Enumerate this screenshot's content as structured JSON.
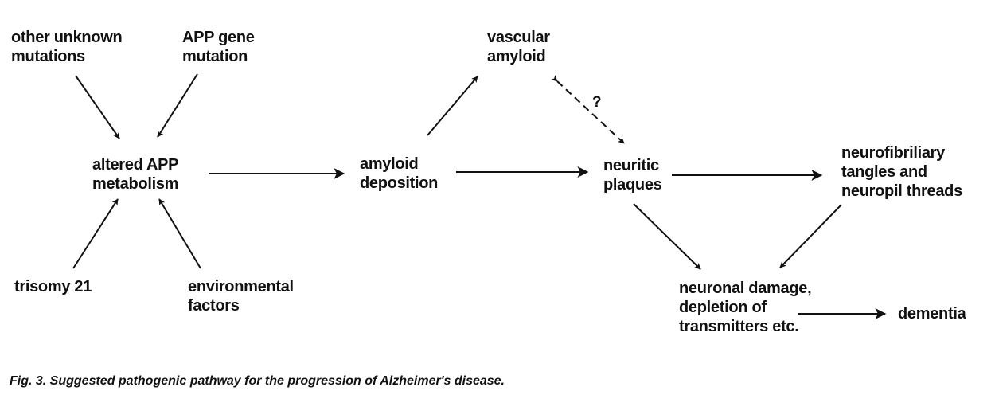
{
  "nodes": {
    "other_mutations": [
      "other unknown",
      "mutations"
    ],
    "app_gene_mutation": [
      "APP gene",
      "mutation"
    ],
    "altered_app": [
      "altered APP",
      "metabolism"
    ],
    "trisomy": [
      "trisomy 21"
    ],
    "environmental": [
      "environmental",
      "factors"
    ],
    "amyloid_deposition": [
      "amyloid",
      "deposition"
    ],
    "vascular_amyloid": [
      "vascular",
      "amyloid"
    ],
    "neuritic_plaques": [
      "neuritic",
      "plaques"
    ],
    "neurofibrillary": [
      "neurofibriliary",
      "tangles and",
      "neuropil threads"
    ],
    "neuronal_damage": [
      "neuronal damage,",
      "depletion of",
      "transmitters etc."
    ],
    "dementia": [
      "dementia"
    ]
  },
  "uncertain_link_label": "?",
  "caption": "Fig. 3. Suggested pathogenic pathway for the progression of Alzheimer's disease.",
  "colors": {
    "ink": "#111111",
    "background": "#ffffff"
  }
}
